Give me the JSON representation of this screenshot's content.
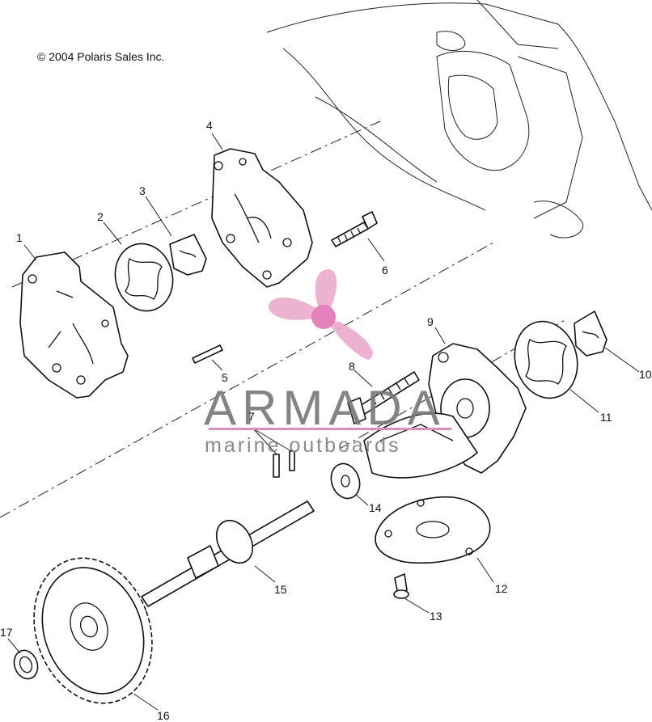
{
  "copyright": "© 2004 Polaris Sales Inc.",
  "callouts": [
    {
      "id": "1",
      "label": "1"
    },
    {
      "id": "2",
      "label": "2"
    },
    {
      "id": "3",
      "label": "3"
    },
    {
      "id": "4",
      "label": "4"
    },
    {
      "id": "5",
      "label": "5"
    },
    {
      "id": "6",
      "label": "6"
    },
    {
      "id": "7",
      "label": "7"
    },
    {
      "id": "8",
      "label": "8"
    },
    {
      "id": "9",
      "label": "9"
    },
    {
      "id": "10",
      "label": "10"
    },
    {
      "id": "11",
      "label": "11"
    },
    {
      "id": "12",
      "label": "12"
    },
    {
      "id": "13",
      "label": "13"
    },
    {
      "id": "14",
      "label": "14"
    },
    {
      "id": "15",
      "label": "15"
    },
    {
      "id": "16",
      "label": "16"
    },
    {
      "id": "17",
      "label": "17"
    }
  ],
  "watermark": {
    "brand": "ARMADA",
    "tagline": "marine outboards",
    "logo_color": "#e8a6c8",
    "text_color": "#777777"
  }
}
